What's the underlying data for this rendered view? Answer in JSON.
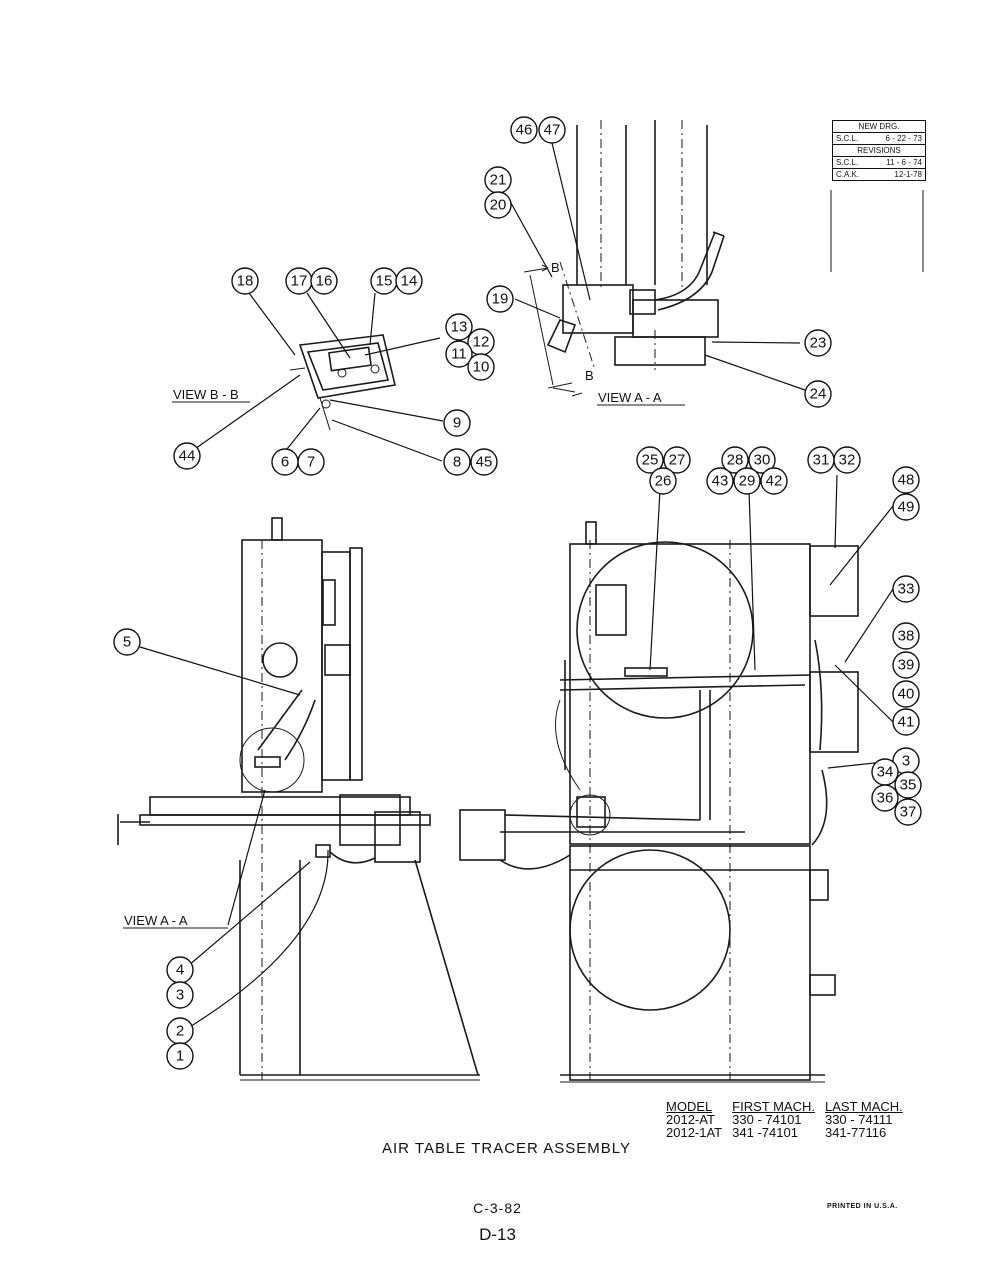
{
  "revision_block": {
    "heading": "NEW DRG.",
    "new_drawing": {
      "initials": "S.C.L.",
      "date": "6 - 22 - 73"
    },
    "revisions_heading": "REVISIONS",
    "revisions": [
      {
        "initials": "S.C.L.",
        "date": "11 - 6 - 74"
      },
      {
        "initials": "C.A.K.",
        "date": "12-1-78"
      }
    ]
  },
  "view_labels": {
    "view_b": "VIEW B - B",
    "view_a_top": "VIEW A - A",
    "view_a_left": "VIEW A - A",
    "section_mark": "B"
  },
  "balloons": {
    "b46": "46",
    "b47": "47",
    "b21": "21",
    "b20": "20",
    "b19": "19",
    "b23": "23",
    "b24": "24",
    "b18": "18",
    "b17": "17",
    "b16": "16",
    "b15": "15",
    "b14": "14",
    "b13": "13",
    "b12": "12",
    "b11": "11",
    "b10": "10",
    "b9": "9",
    "b8": "8",
    "b45": "45",
    "b44": "44",
    "b6": "6",
    "b7": "7",
    "b25": "25",
    "b27": "27",
    "b26": "26",
    "b28": "28",
    "b30": "30",
    "b43": "43",
    "b29": "29",
    "b42": "42",
    "b31": "31",
    "b32": "32",
    "b48": "48",
    "b49": "49",
    "b33": "33",
    "b38": "38",
    "b39": "39",
    "b40": "40",
    "b41": "41",
    "b3r": "3",
    "b34": "34",
    "b35": "35",
    "b36": "36",
    "b37": "37",
    "b5": "5",
    "b4": "4",
    "b3": "3",
    "b2": "2",
    "b1": "1"
  },
  "models_table": {
    "headers": [
      "MODEL",
      "FIRST MACH.",
      "LAST MACH."
    ],
    "rows": [
      [
        "2012-AT",
        "330 - 74101",
        "330 - 74111"
      ],
      [
        "2012-1AT",
        "341 -74101",
        "341-77116"
      ]
    ]
  },
  "title": "AIR TABLE TRACER ASSEMBLY",
  "drawing_code": "C-3-82",
  "page_code": "D-13",
  "printed_note": "PRINTED IN U.S.A."
}
